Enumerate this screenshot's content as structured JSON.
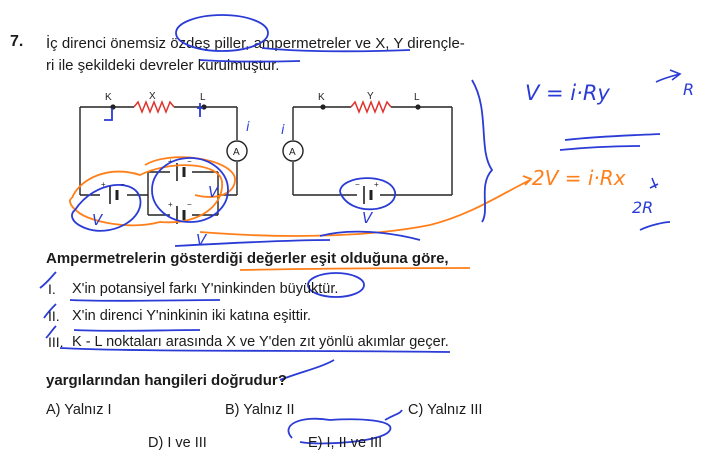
{
  "question": {
    "number": "7.",
    "text_line1": "İç direnci önemsiz özdeş piller, ampermetreler ve X, Y dirençle-",
    "text_line2": "ri ile şekildeki devreler kurulmuştur.",
    "condition": "Ampermetrelerin gösterdiği değerler eşit olduğuna göre,",
    "statements": [
      {
        "roman": "I.",
        "text": "X'in potansiyel farkı Y'ninkinden büyüktür."
      },
      {
        "roman": "II.",
        "text": "X'in direnci Y'ninkinin iki katına eşittir."
      },
      {
        "roman": "III.",
        "text": "K - L noktaları arasında X ve Y'den zıt yönlü akımlar geçer."
      }
    ],
    "ask": "yargılarından hangileri doğrudur?",
    "options": [
      {
        "label": "A) Yalnız I"
      },
      {
        "label": "B) Yalnız II"
      },
      {
        "label": "C) Yalnız III"
      },
      {
        "label": "D) I ve III"
      },
      {
        "label": "E) I, II ve III"
      }
    ]
  },
  "circuit1": {
    "k": "K",
    "x": "X",
    "l": "L",
    "ammeter": "A"
  },
  "circuit2": {
    "k": "K",
    "y": "Y",
    "l": "L",
    "ammeter": "A"
  },
  "handwriting": {
    "eq1": "V = i·Ry",
    "eq1_note": "R",
    "eq2": "2V = i·Rx",
    "eq2_note": "2R",
    "mark_i1": "i",
    "mark_i2": "i",
    "mark_v1": "V",
    "mark_v2": "V",
    "mark_v3": "V",
    "mark_v4": "V"
  },
  "colors": {
    "ink_blue": "#2a3bd6",
    "ink_orange": "#ff7f1a",
    "text": "#1b1b1b",
    "resistor_red": "#e0322c"
  }
}
